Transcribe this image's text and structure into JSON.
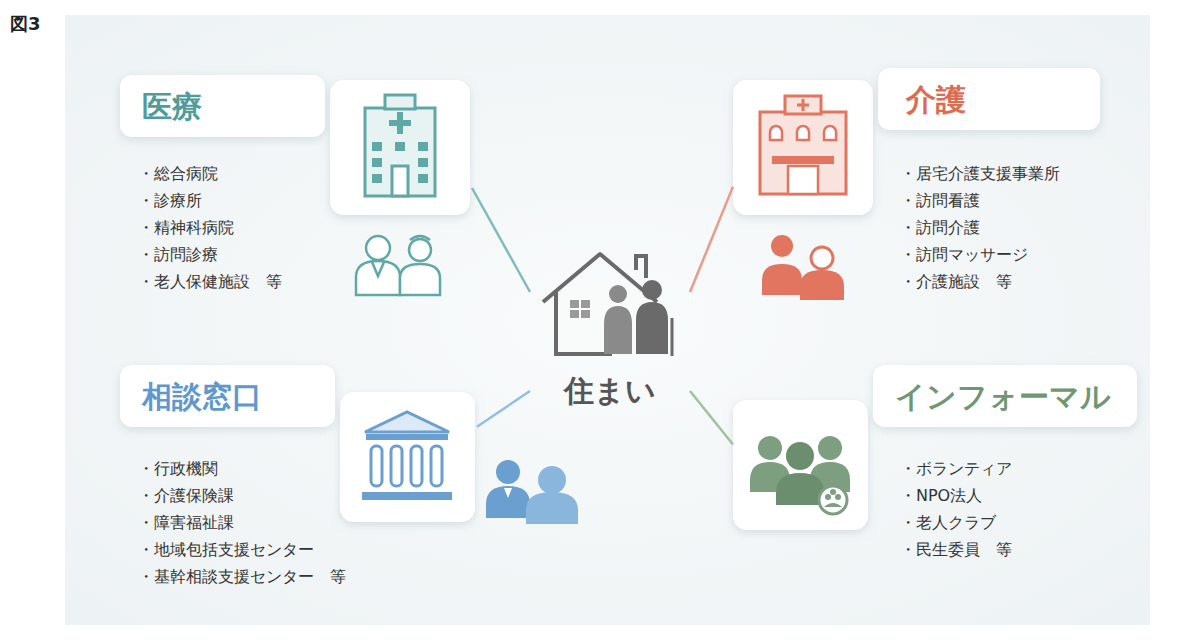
{
  "diagram": {
    "title": "図3",
    "nodes": [
      {
        "text": [
          "医療",
          "・総合病院",
          "・診療所",
          "・精神科病院",
          "・訪問診療",
          "・老人保健施設　等"
        ]
      },
      {
        "text": [
          "介護",
          "・居宅介護支援事業所",
          "・訪問看護",
          "・訪問介護",
          "・訪問マッサージ",
          "・介護施設　等"
        ]
      },
      {
        "text": [
          "住まい"
        ]
      },
      {
        "text": [
          "相談窓口",
          "・行政機関",
          "・介護保険課",
          "・障害福祉課",
          "・地域包括支援センター",
          "・基幹相談支援センター　等"
        ]
      },
      {
        "text": [
          "インフォーマル",
          "・ボランティア",
          "・NPO法人",
          "・老人クラブ",
          "・民生委員　等"
        ]
      }
    ],
    "edges": [
      {
        "from": 2,
        "to": 0,
        "arrow": "none"
      },
      {
        "from": 2,
        "to": 1,
        "arrow": "none"
      },
      {
        "from": 2,
        "to": 3,
        "arrow": "none"
      },
      {
        "from": 2,
        "to": 4,
        "arrow": "none"
      }
    ]
  }
}
